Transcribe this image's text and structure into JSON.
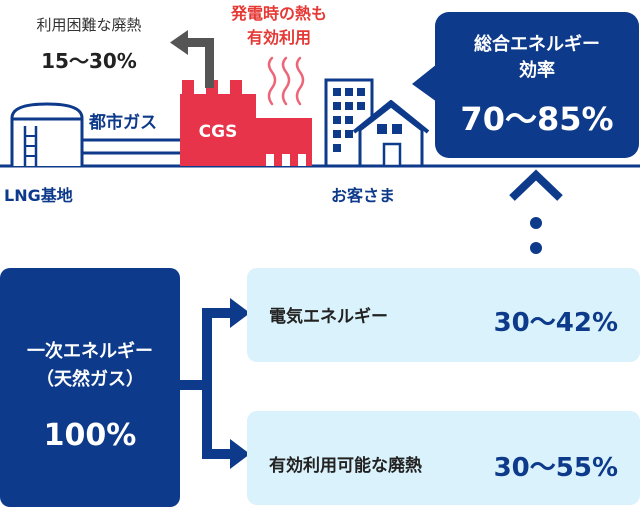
{
  "waste_heat": {
    "label": "利用困難な廃熱",
    "value": "15～30%"
  },
  "generation_heat": {
    "line1": "発電時の熱も",
    "line2": "有効利用"
  },
  "city_gas": "都市ガス",
  "cgs": "CGS",
  "lng_base": "LNG基地",
  "customer": "お客さま",
  "total_efficiency": {
    "line1": "総合エネルギー",
    "line2": "効率",
    "value": "70～85%"
  },
  "primary_energy": {
    "line1": "一次エネルギー",
    "line2": "（天然ガス）",
    "value": "100%"
  },
  "outputs": [
    {
      "label": "電気エネルギー",
      "value": "30～42%"
    },
    {
      "label": "有効利用可能な廃熱",
      "value": "30～55%"
    }
  ],
  "colors": {
    "navy": "#0d3a8a",
    "red": "#e8344a",
    "light_blue": "#daf2fb",
    "gray": "#555555"
  }
}
